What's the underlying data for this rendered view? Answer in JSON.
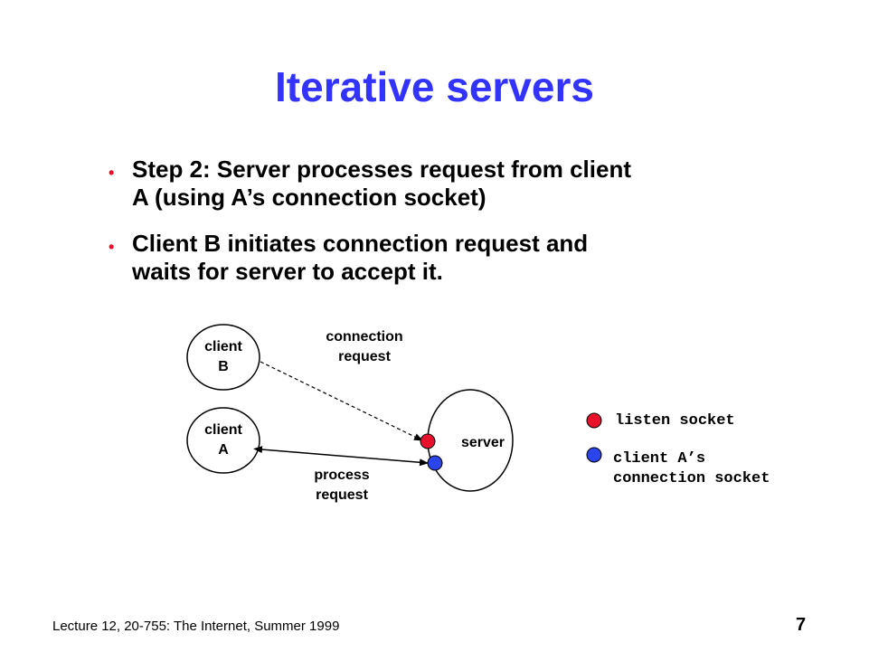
{
  "slide": {
    "title": "Iterative servers",
    "bullets": [
      {
        "line1": "Step 2: Server processes request from client",
        "line2": "A (using A’s connection socket)"
      },
      {
        "line1": "Client B initiates connection request and",
        "line2": "waits for server to accept it."
      }
    ],
    "footer": "Lecture 12, 20-755: The Internet, Summer 1999",
    "page_number": "7"
  },
  "diagram": {
    "client_b": {
      "line1": "client",
      "line2": "B"
    },
    "client_a": {
      "line1": "client",
      "line2": "A"
    },
    "server": "server",
    "connection_request": {
      "line1": "connection",
      "line2": "request"
    },
    "process_request": {
      "line1": "process",
      "line2": "request"
    }
  },
  "legend": {
    "listen": {
      "label": "listen socket",
      "color": "#e8102a"
    },
    "connection": {
      "label_line1": "client A’s",
      "label_line2": "connection socket",
      "color": "#2a44ee"
    }
  }
}
